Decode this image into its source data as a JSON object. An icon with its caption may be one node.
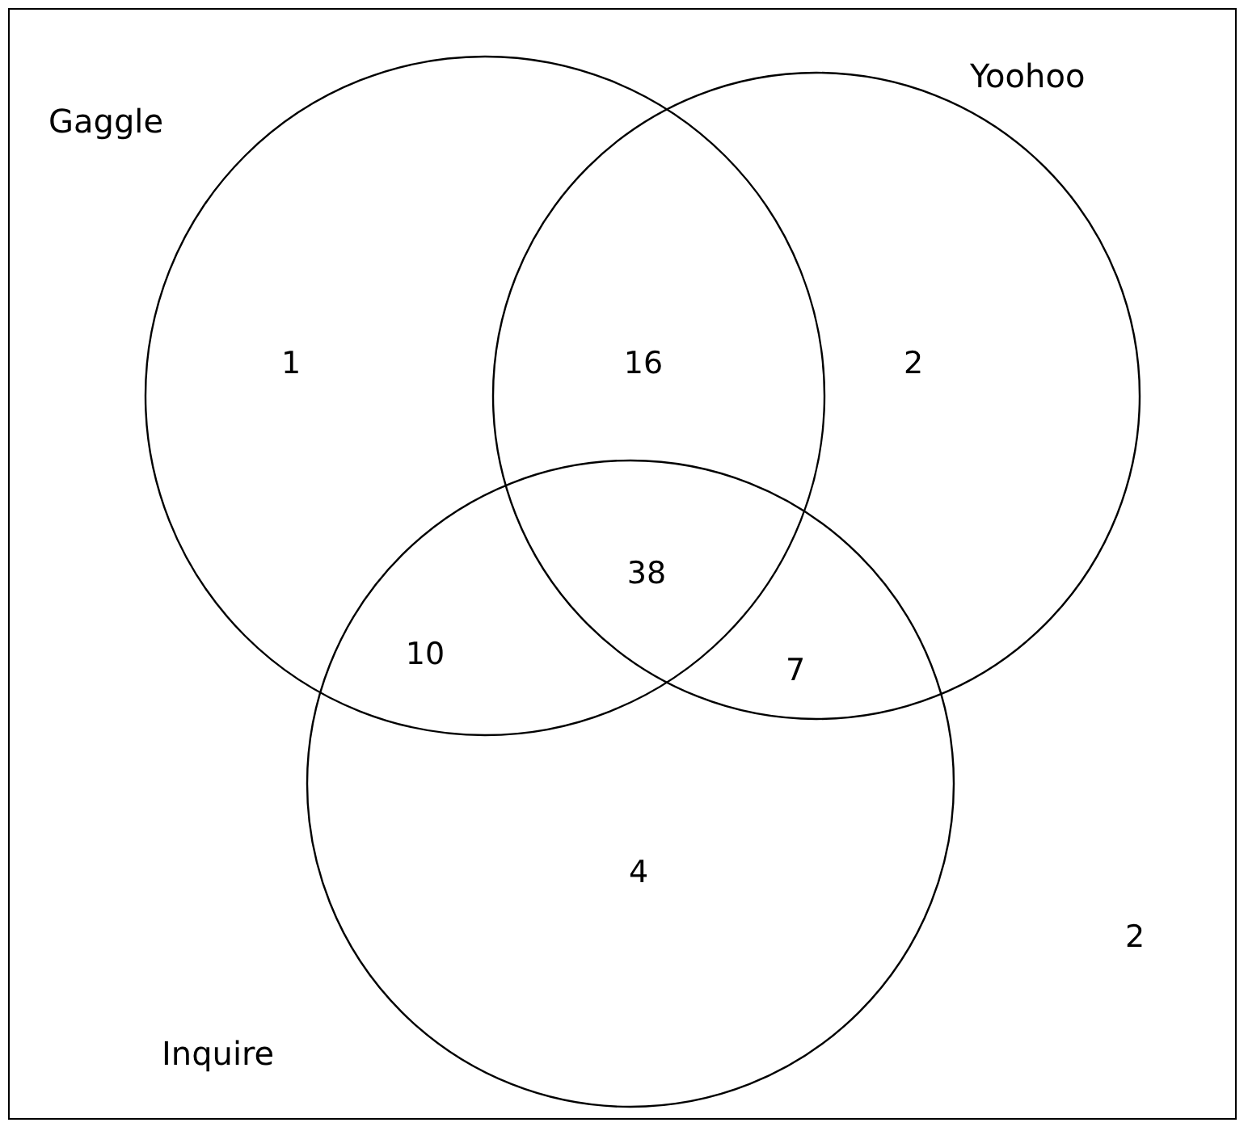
{
  "diagram": {
    "nodes": [
      {
        "text": [
          "Gaggle"
        ]
      },
      {
        "text": [
          "Yoohoo"
        ]
      },
      {
        "text": [
          "Inquire"
        ]
      }
    ],
    "labels": [
      "1",
      "16",
      "2",
      "38",
      "10",
      "7",
      "4",
      "2"
    ]
  }
}
